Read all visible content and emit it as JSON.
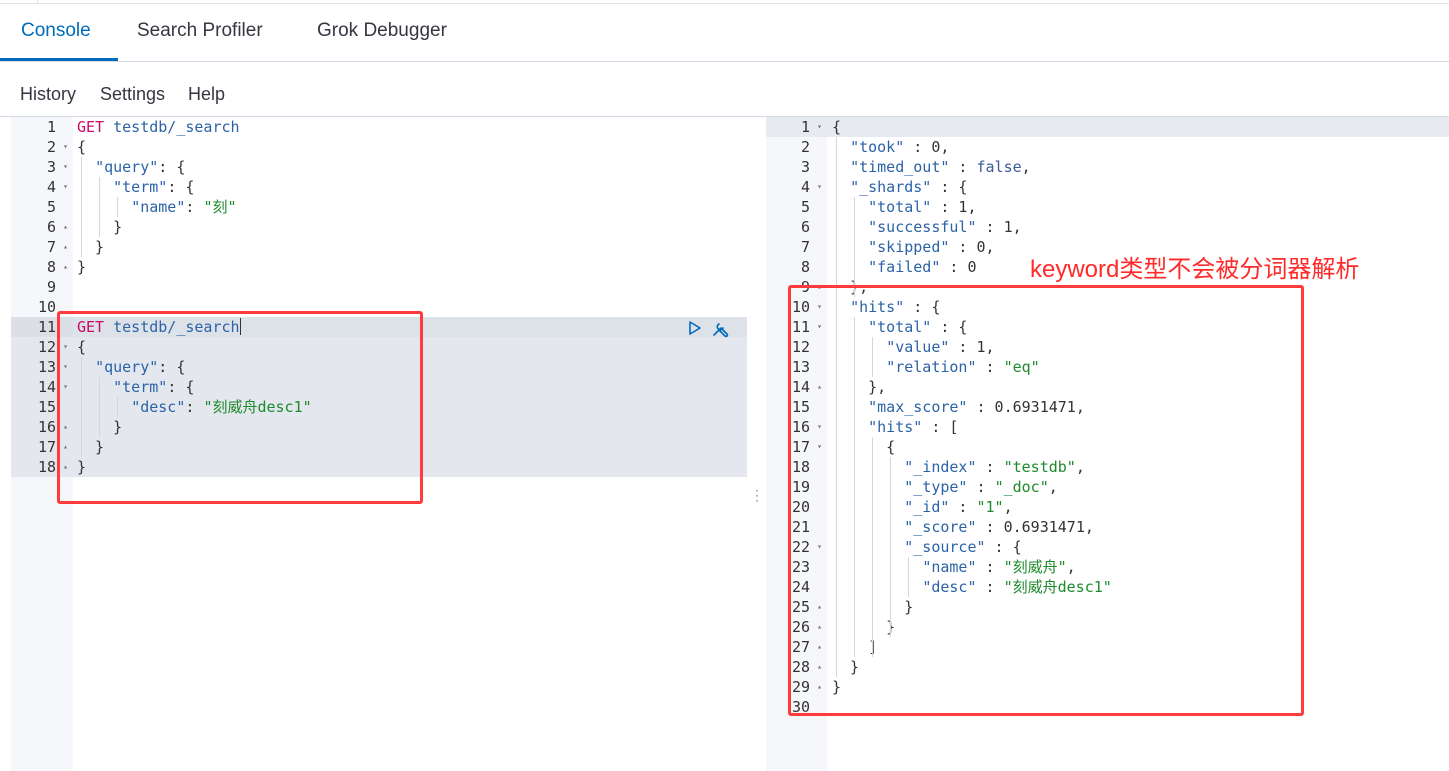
{
  "tabs": [
    {
      "label": "Console",
      "active": true
    },
    {
      "label": "Search Profiler",
      "active": false
    },
    {
      "label": "Grok Debugger",
      "active": false
    }
  ],
  "menu": {
    "history": "History",
    "settings": "Settings",
    "help": "Help"
  },
  "annotation": {
    "text": "keyword类型不会被分词器解析",
    "color": "#ff2a2a"
  },
  "colors": {
    "accent": "#006bb8",
    "method": "#c80a68",
    "key": "#2c63a8",
    "string": "#1e8a2c",
    "boolean": "#3c5a9a",
    "highlight_box": "#ff3b3b"
  },
  "request_lines": [
    {
      "n": "1",
      "fold": "",
      "segs": [
        [
          "m",
          "GET "
        ],
        [
          "k",
          "testdb/_search"
        ]
      ]
    },
    {
      "n": "2",
      "fold": "▾",
      "segs": [
        [
          "p",
          "{"
        ]
      ]
    },
    {
      "n": "3",
      "fold": "▾",
      "segs": [
        [
          "p",
          "  "
        ],
        [
          "k",
          "\"query\""
        ],
        [
          "p",
          ": {"
        ]
      ]
    },
    {
      "n": "4",
      "fold": "▾",
      "segs": [
        [
          "p",
          "    "
        ],
        [
          "k",
          "\"term\""
        ],
        [
          "p",
          ": {"
        ]
      ]
    },
    {
      "n": "5",
      "fold": "",
      "segs": [
        [
          "p",
          "      "
        ],
        [
          "k",
          "\"name\""
        ],
        [
          "p",
          ": "
        ],
        [
          "s",
          "\"刻\""
        ]
      ]
    },
    {
      "n": "6",
      "fold": "▴",
      "segs": [
        [
          "p",
          "    }"
        ]
      ]
    },
    {
      "n": "7",
      "fold": "▴",
      "segs": [
        [
          "p",
          "  }"
        ]
      ]
    },
    {
      "n": "8",
      "fold": "▴",
      "segs": [
        [
          "p",
          "}"
        ]
      ]
    },
    {
      "n": "9",
      "fold": "",
      "segs": [
        [
          "p",
          ""
        ]
      ]
    },
    {
      "n": "10",
      "fold": "",
      "segs": [
        [
          "p",
          ""
        ]
      ]
    },
    {
      "n": "11",
      "fold": "",
      "segs": [
        [
          "m",
          "GET "
        ],
        [
          "k",
          "testdb/_search"
        ]
      ]
    },
    {
      "n": "12",
      "fold": "▾",
      "segs": [
        [
          "p",
          "{"
        ]
      ]
    },
    {
      "n": "13",
      "fold": "▾",
      "segs": [
        [
          "p",
          "  "
        ],
        [
          "k",
          "\"query\""
        ],
        [
          "p",
          ": {"
        ]
      ]
    },
    {
      "n": "14",
      "fold": "▾",
      "segs": [
        [
          "p",
          "    "
        ],
        [
          "k",
          "\"term\""
        ],
        [
          "p",
          ": {"
        ]
      ]
    },
    {
      "n": "15",
      "fold": "",
      "segs": [
        [
          "p",
          "      "
        ],
        [
          "k",
          "\"desc\""
        ],
        [
          "p",
          ": "
        ],
        [
          "s",
          "\"刻威舟desc1\""
        ]
      ]
    },
    {
      "n": "16",
      "fold": "▴",
      "segs": [
        [
          "p",
          "    }"
        ]
      ]
    },
    {
      "n": "17",
      "fold": "▴",
      "segs": [
        [
          "p",
          "  }"
        ]
      ]
    },
    {
      "n": "18",
      "fold": "▴",
      "segs": [
        [
          "p",
          "}"
        ]
      ]
    }
  ],
  "response_lines": [
    {
      "n": "1",
      "fold": "▾",
      "segs": [
        [
          "p",
          "{"
        ]
      ]
    },
    {
      "n": "2",
      "fold": "",
      "segs": [
        [
          "p",
          "  "
        ],
        [
          "k",
          "\"took\""
        ],
        [
          "p",
          " : 0,"
        ]
      ]
    },
    {
      "n": "3",
      "fold": "",
      "segs": [
        [
          "p",
          "  "
        ],
        [
          "k",
          "\"timed_out\""
        ],
        [
          "p",
          " : "
        ],
        [
          "b",
          "false"
        ],
        [
          "p",
          ","
        ]
      ]
    },
    {
      "n": "4",
      "fold": "▾",
      "segs": [
        [
          "p",
          "  "
        ],
        [
          "k",
          "\"_shards\""
        ],
        [
          "p",
          " : {"
        ]
      ]
    },
    {
      "n": "5",
      "fold": "",
      "segs": [
        [
          "p",
          "    "
        ],
        [
          "k",
          "\"total\""
        ],
        [
          "p",
          " : 1,"
        ]
      ]
    },
    {
      "n": "6",
      "fold": "",
      "segs": [
        [
          "p",
          "    "
        ],
        [
          "k",
          "\"successful\""
        ],
        [
          "p",
          " : 1,"
        ]
      ]
    },
    {
      "n": "7",
      "fold": "",
      "segs": [
        [
          "p",
          "    "
        ],
        [
          "k",
          "\"skipped\""
        ],
        [
          "p",
          " : 0,"
        ]
      ]
    },
    {
      "n": "8",
      "fold": "",
      "segs": [
        [
          "p",
          "    "
        ],
        [
          "k",
          "\"failed\""
        ],
        [
          "p",
          " : 0"
        ]
      ]
    },
    {
      "n": "9",
      "fold": "▴",
      "segs": [
        [
          "p",
          "  },"
        ]
      ]
    },
    {
      "n": "10",
      "fold": "▾",
      "segs": [
        [
          "p",
          "  "
        ],
        [
          "k",
          "\"hits\""
        ],
        [
          "p",
          " : {"
        ]
      ]
    },
    {
      "n": "11",
      "fold": "▾",
      "segs": [
        [
          "p",
          "    "
        ],
        [
          "k",
          "\"total\""
        ],
        [
          "p",
          " : {"
        ]
      ]
    },
    {
      "n": "12",
      "fold": "",
      "segs": [
        [
          "p",
          "      "
        ],
        [
          "k",
          "\"value\""
        ],
        [
          "p",
          " : 1,"
        ]
      ]
    },
    {
      "n": "13",
      "fold": "",
      "segs": [
        [
          "p",
          "      "
        ],
        [
          "k",
          "\"relation\""
        ],
        [
          "p",
          " : "
        ],
        [
          "s",
          "\"eq\""
        ]
      ]
    },
    {
      "n": "14",
      "fold": "▴",
      "segs": [
        [
          "p",
          "    },"
        ]
      ]
    },
    {
      "n": "15",
      "fold": "",
      "segs": [
        [
          "p",
          "    "
        ],
        [
          "k",
          "\"max_score\""
        ],
        [
          "p",
          " : 0.6931471,"
        ]
      ]
    },
    {
      "n": "16",
      "fold": "▾",
      "segs": [
        [
          "p",
          "    "
        ],
        [
          "k",
          "\"hits\""
        ],
        [
          "p",
          " : ["
        ]
      ]
    },
    {
      "n": "17",
      "fold": "▾",
      "segs": [
        [
          "p",
          "      {"
        ]
      ]
    },
    {
      "n": "18",
      "fold": "",
      "segs": [
        [
          "p",
          "        "
        ],
        [
          "k",
          "\"_index\""
        ],
        [
          "p",
          " : "
        ],
        [
          "s",
          "\"testdb\""
        ],
        [
          "p",
          ","
        ]
      ]
    },
    {
      "n": "19",
      "fold": "",
      "segs": [
        [
          "p",
          "        "
        ],
        [
          "k",
          "\"_type\""
        ],
        [
          "p",
          " : "
        ],
        [
          "s",
          "\"_doc\""
        ],
        [
          "p",
          ","
        ]
      ]
    },
    {
      "n": "20",
      "fold": "",
      "segs": [
        [
          "p",
          "        "
        ],
        [
          "k",
          "\"_id\""
        ],
        [
          "p",
          " : "
        ],
        [
          "s",
          "\"1\""
        ],
        [
          "p",
          ","
        ]
      ]
    },
    {
      "n": "21",
      "fold": "",
      "segs": [
        [
          "p",
          "        "
        ],
        [
          "k",
          "\"_score\""
        ],
        [
          "p",
          " : 0.6931471,"
        ]
      ]
    },
    {
      "n": "22",
      "fold": "▾",
      "segs": [
        [
          "p",
          "        "
        ],
        [
          "k",
          "\"_source\""
        ],
        [
          "p",
          " : {"
        ]
      ]
    },
    {
      "n": "23",
      "fold": "",
      "segs": [
        [
          "p",
          "          "
        ],
        [
          "k",
          "\"name\""
        ],
        [
          "p",
          " : "
        ],
        [
          "s",
          "\"刻威舟\""
        ],
        [
          "p",
          ","
        ]
      ]
    },
    {
      "n": "24",
      "fold": "",
      "segs": [
        [
          "p",
          "          "
        ],
        [
          "k",
          "\"desc\""
        ],
        [
          "p",
          " : "
        ],
        [
          "s",
          "\"刻威舟desc1\""
        ]
      ]
    },
    {
      "n": "25",
      "fold": "▴",
      "segs": [
        [
          "p",
          "        }"
        ]
      ]
    },
    {
      "n": "26",
      "fold": "▴",
      "segs": [
        [
          "p",
          "      }"
        ]
      ]
    },
    {
      "n": "27",
      "fold": "▴",
      "segs": [
        [
          "p",
          "    ]"
        ]
      ]
    },
    {
      "n": "28",
      "fold": "▴",
      "segs": [
        [
          "p",
          "  }"
        ]
      ]
    },
    {
      "n": "29",
      "fold": "▴",
      "segs": [
        [
          "p",
          "}"
        ]
      ]
    },
    {
      "n": "30",
      "fold": "",
      "segs": [
        [
          "p",
          ""
        ]
      ]
    }
  ],
  "icons": {
    "run": "play-icon",
    "wrench": "wrench-icon",
    "resize": "drag-handle-icon"
  }
}
